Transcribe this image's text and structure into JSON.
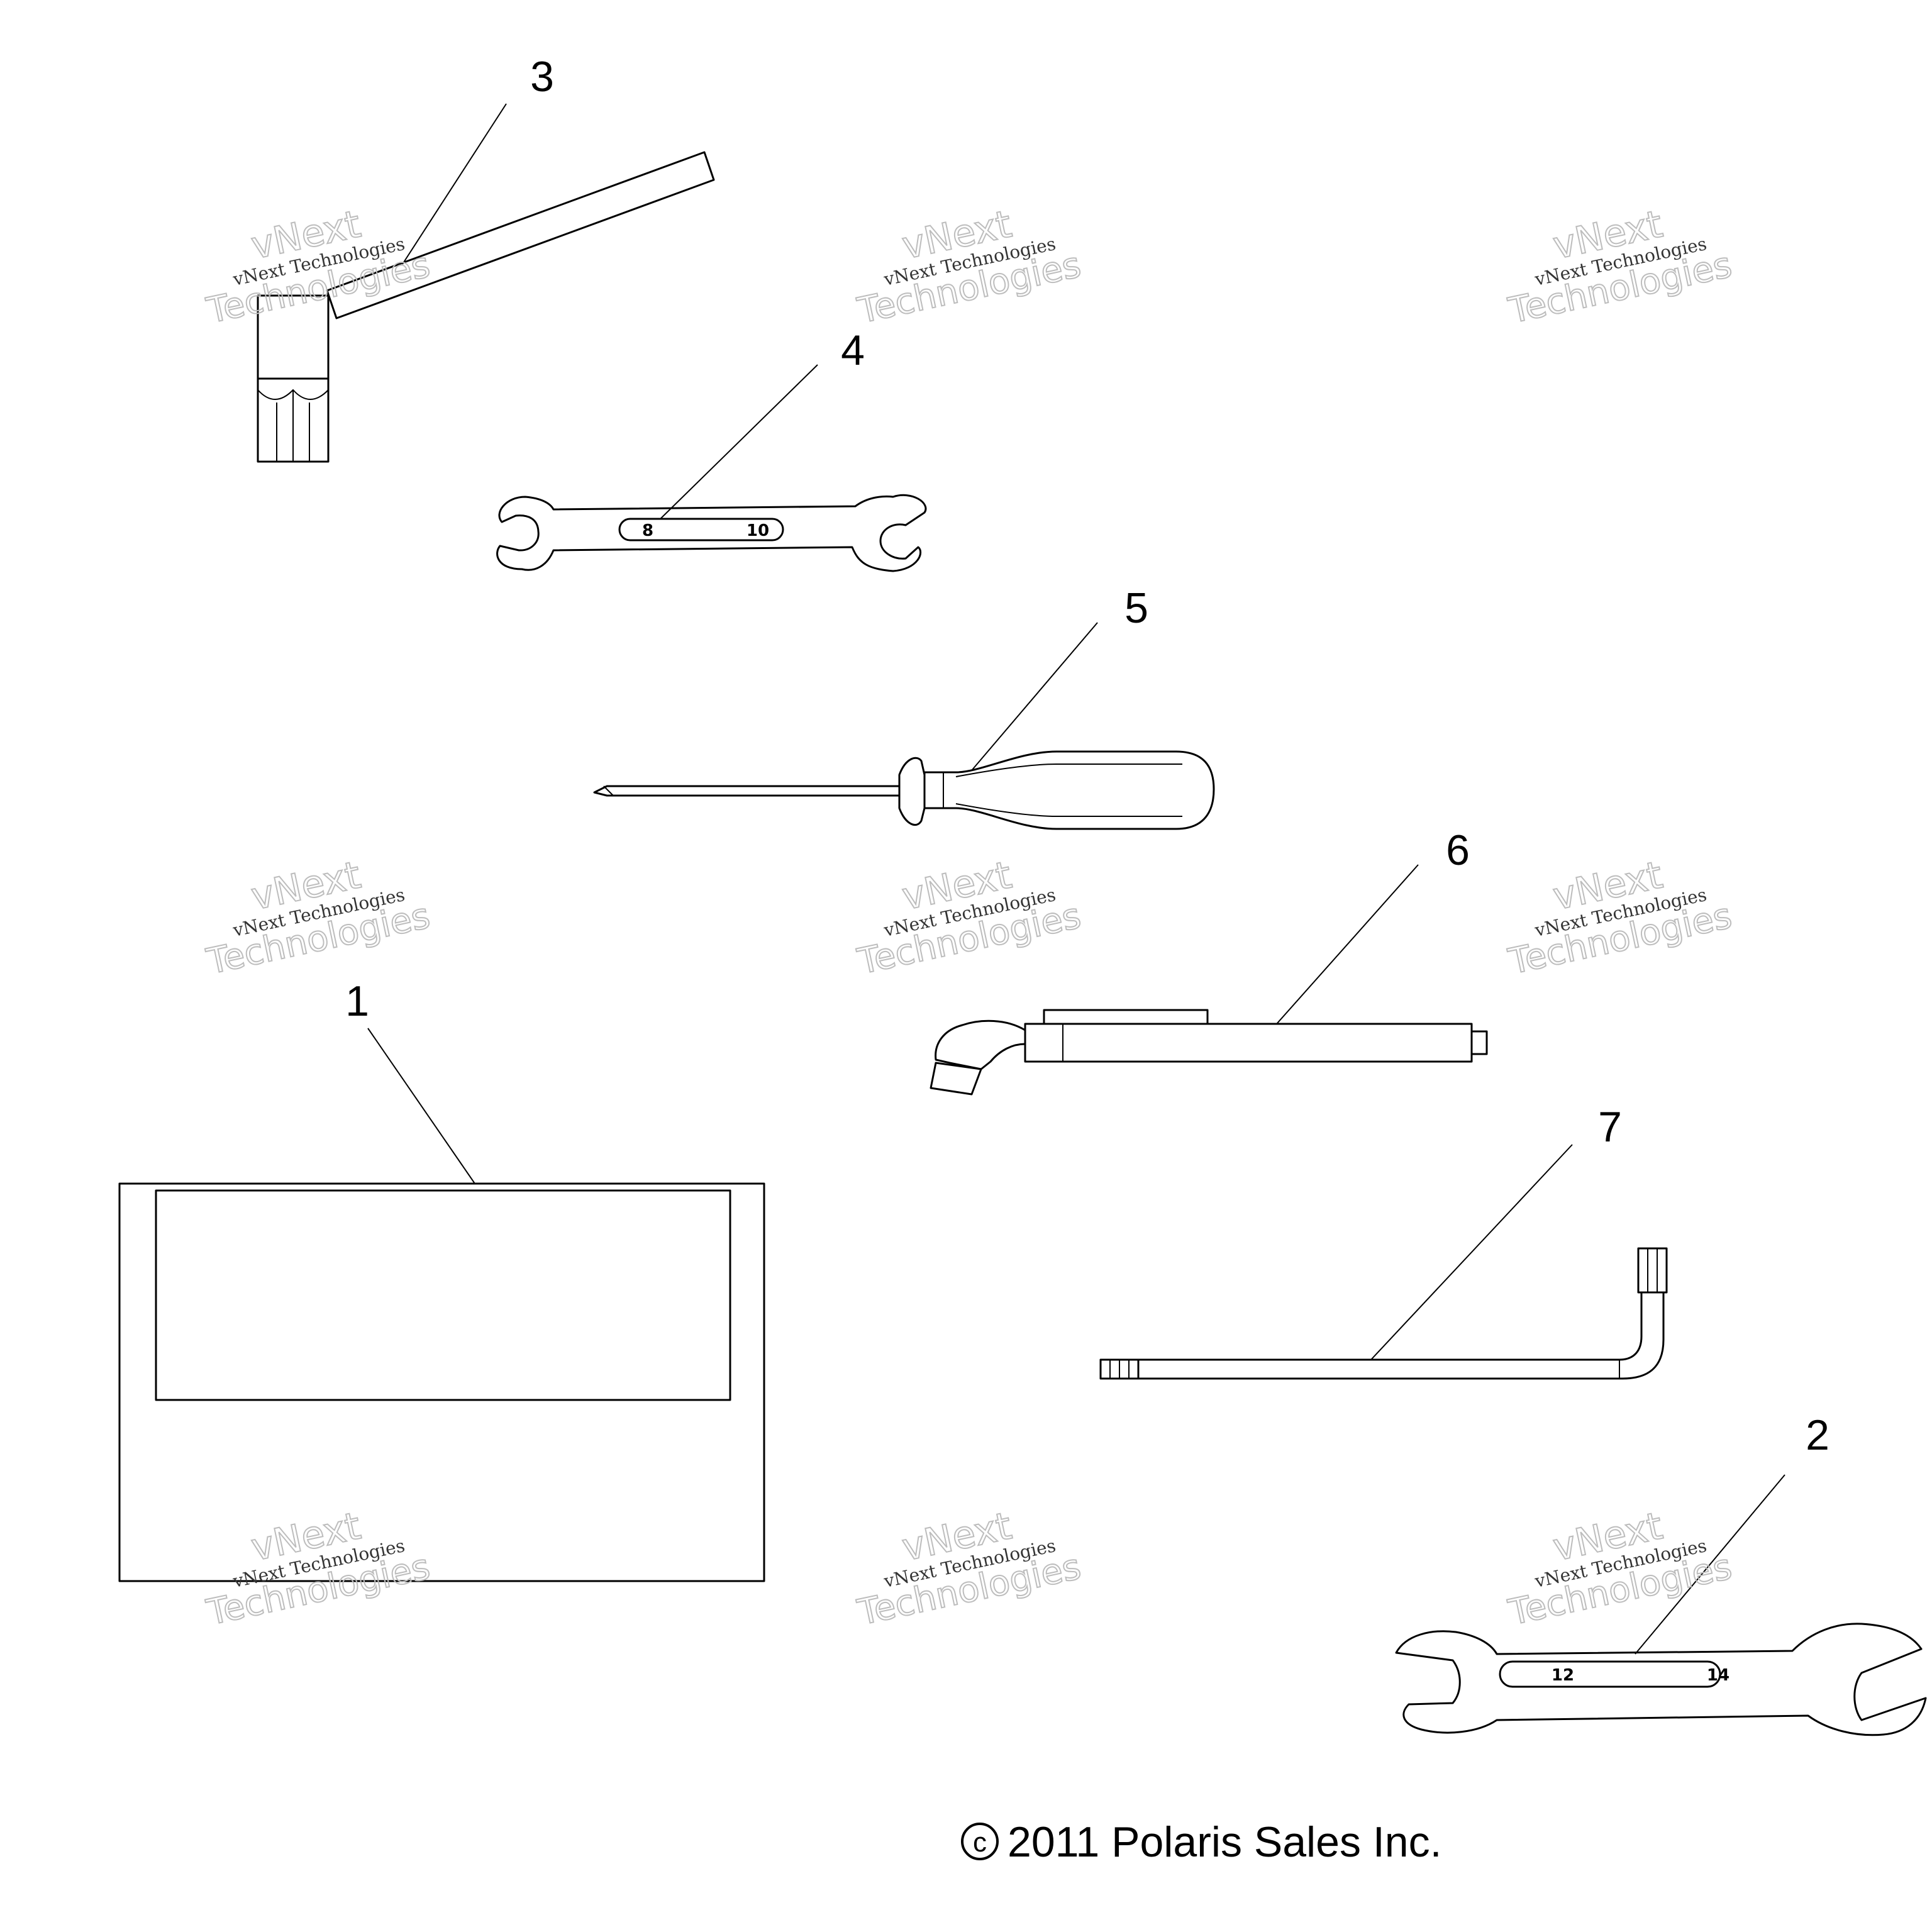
{
  "callouts": [
    "1",
    "2",
    "3",
    "4",
    "5",
    "6",
    "7"
  ],
  "wrench_small": {
    "left_size": "8",
    "right_size": "10"
  },
  "wrench_large": {
    "left_size": "12",
    "right_size": "14"
  },
  "watermark": {
    "line1": "vNext Technologies",
    "line2": "vNext",
    "line3": "Technologies"
  },
  "copyright": {
    "symbol": "c",
    "text": "2011 Polaris Sales Inc."
  }
}
